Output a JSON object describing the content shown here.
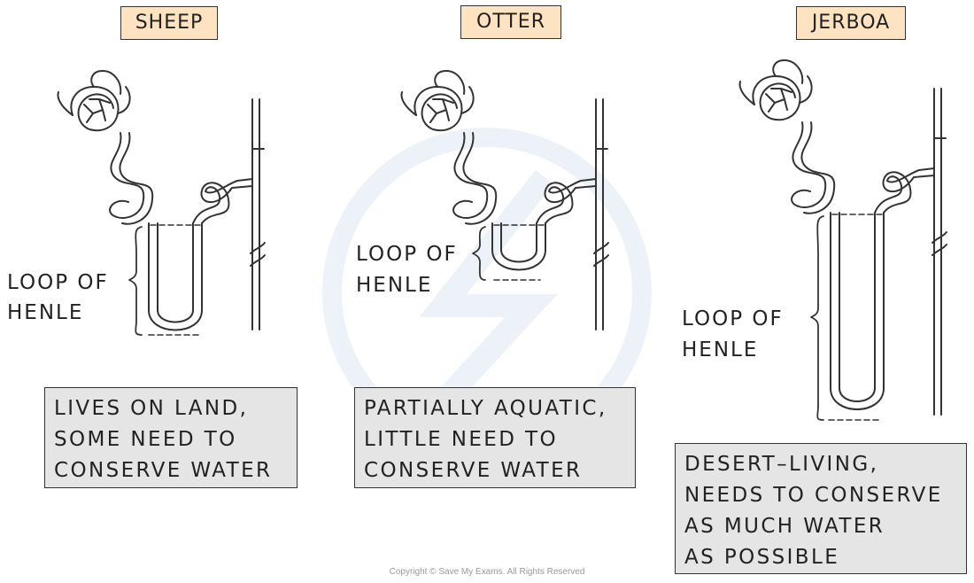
{
  "colors": {
    "title_fill": "#fde3c2",
    "description_fill": "#e5e5e5",
    "outline": "#333333",
    "watermark": "#dfe9f4"
  },
  "watermark_icon": "lightning-logo-icon",
  "panels": [
    {
      "animal": "SHEEP",
      "loop_label": [
        "LOOP OF",
        "HENLE"
      ],
      "description": [
        "LIVES ON LAND,",
        "SOME NEED TO",
        "CONSERVE WATER"
      ],
      "loop_length": "medium"
    },
    {
      "animal": "OTTER",
      "loop_label": [
        "LOOP OF",
        "HENLE"
      ],
      "description": [
        "PARTIALLY AQUATIC,",
        "LITTLE NEED TO",
        "CONSERVE WATER"
      ],
      "loop_length": "short"
    },
    {
      "animal": "JERBOA",
      "loop_label": [
        "LOOP OF",
        "HENLE"
      ],
      "description": [
        "DESERT–LIVING,",
        "NEEDS TO CONSERVE",
        "AS MUCH WATER",
        "AS POSSIBLE"
      ],
      "loop_length": "long"
    }
  ],
  "copyright": "Copyright © Save My Exams. All Rights Reserved"
}
